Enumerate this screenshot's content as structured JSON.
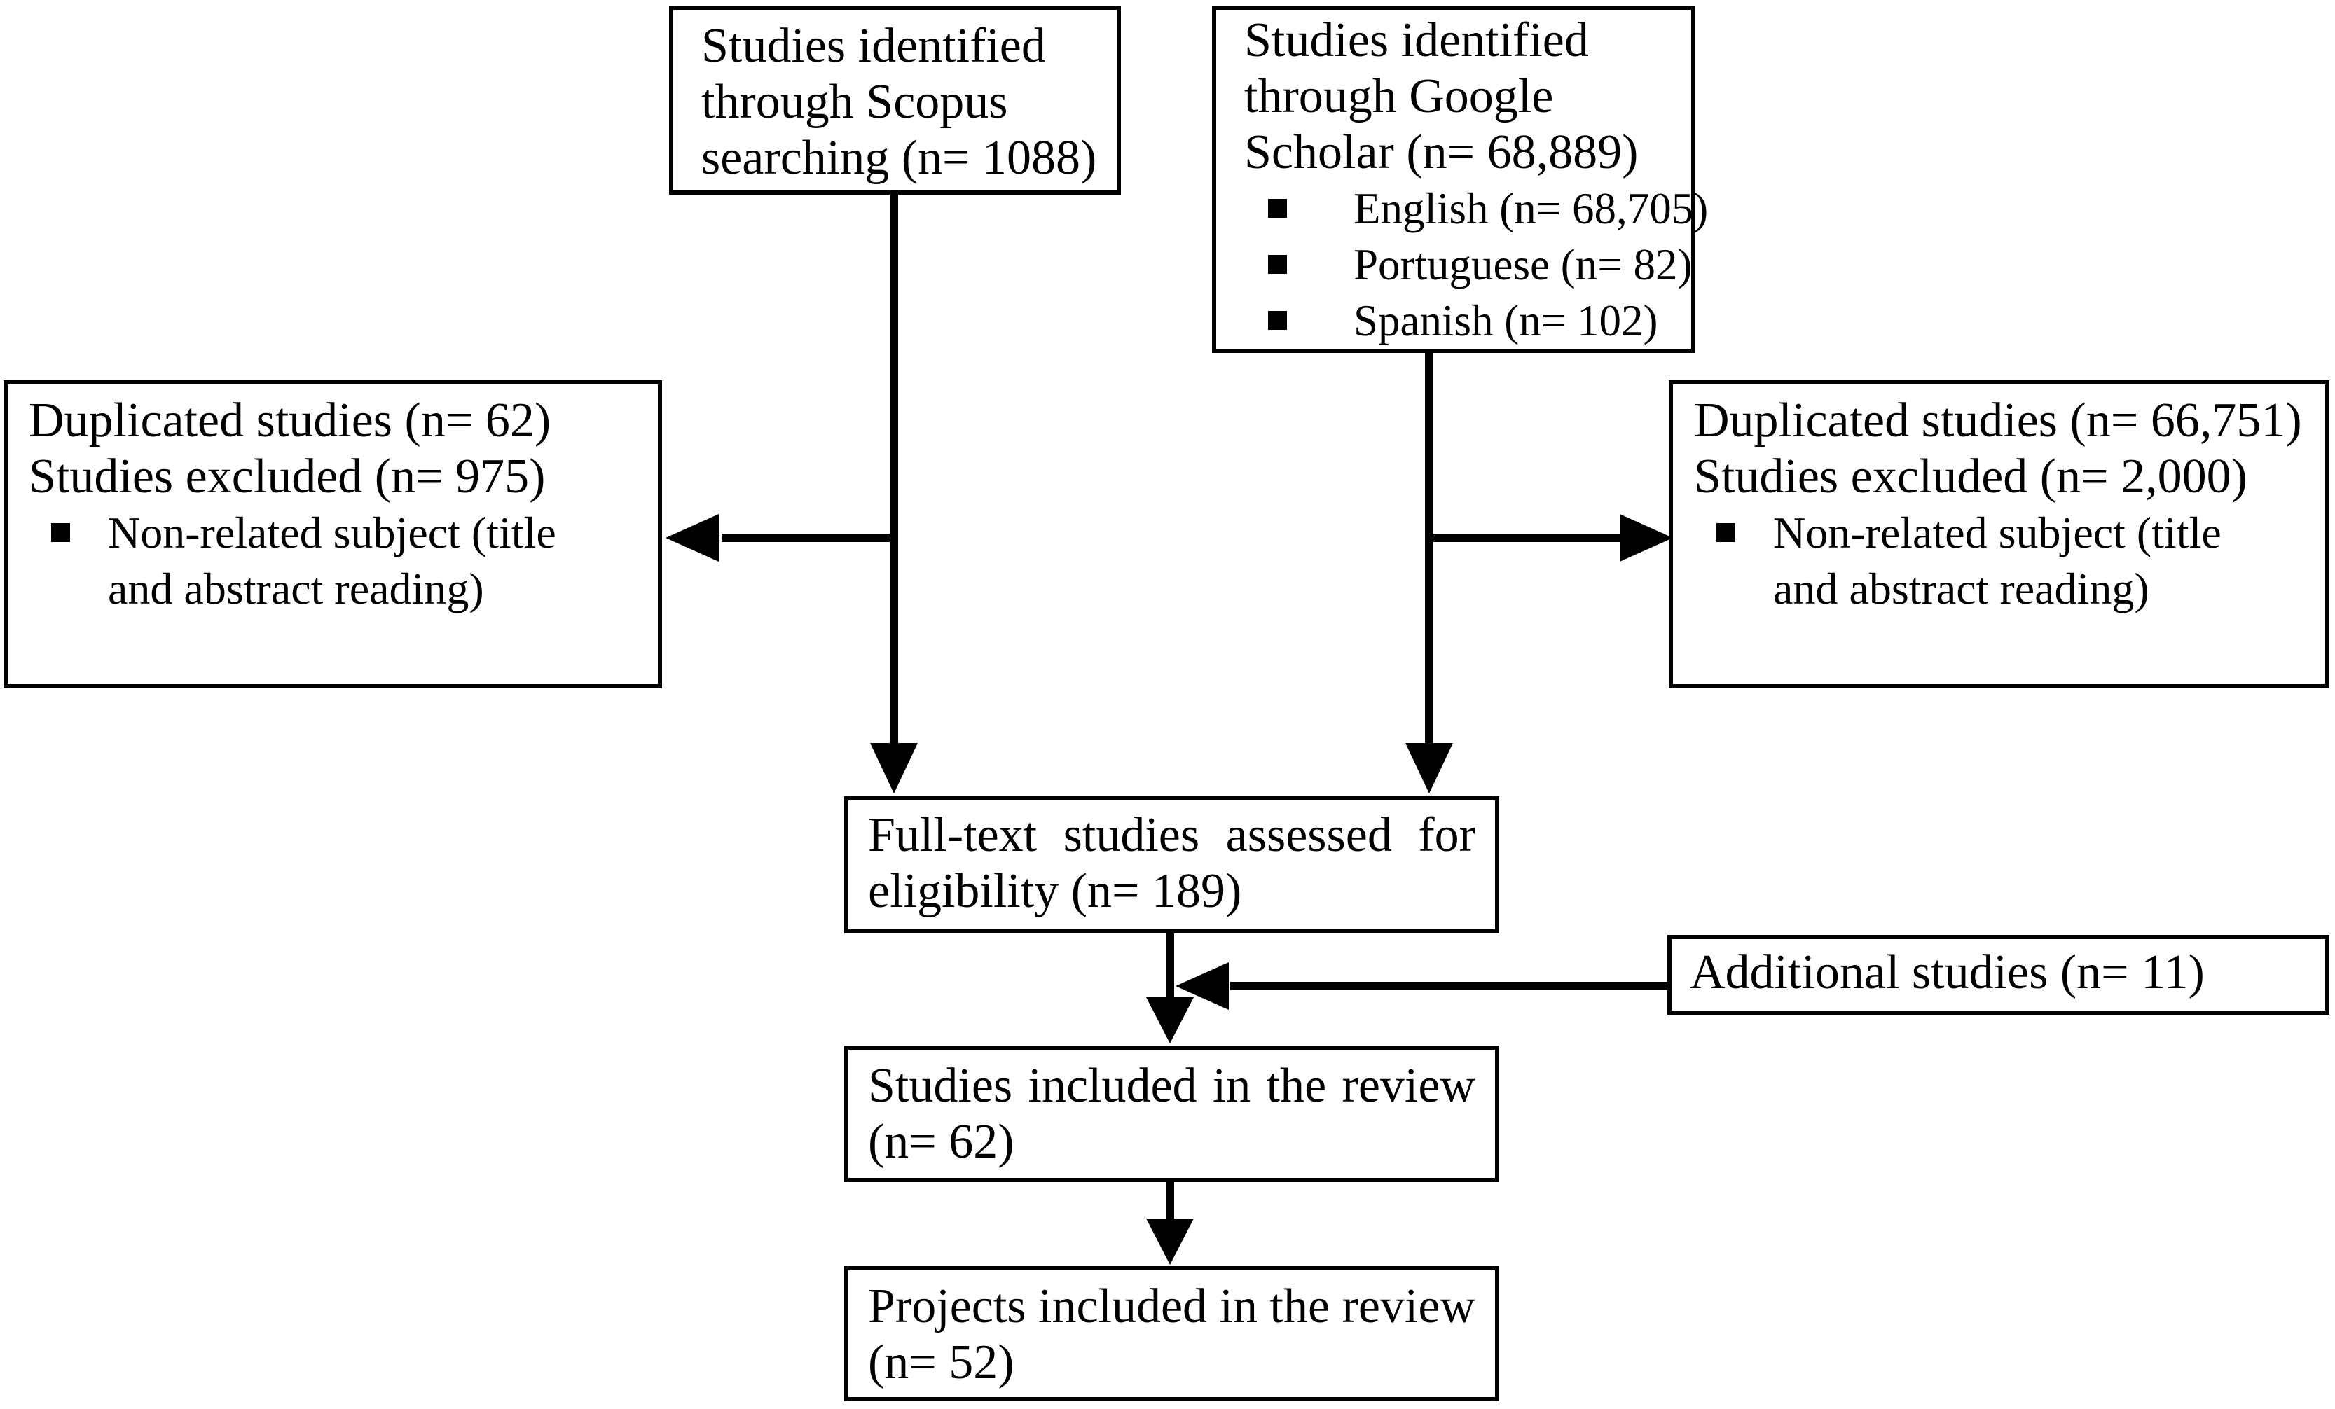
{
  "diagram": {
    "colors": {
      "foreground": "#000000",
      "background": "#ffffff"
    },
    "boxes": {
      "scopus": {
        "lines": [
          "Studies identified",
          "through Scopus",
          "searching (n= 1088)"
        ]
      },
      "google": {
        "lines": [
          "Studies identified",
          "through Google",
          "Scholar (n= 68,889)"
        ],
        "bullets": [
          "English (n= 68,705)",
          "Portuguese (n= 82)",
          "Spanish (n= 102)"
        ]
      },
      "excluded_left": {
        "lines": [
          "Duplicated studies (n= 62)",
          "Studies excluded (n= 975)"
        ],
        "bullet_lines": [
          "Non-related subject (title",
          "and abstract reading)"
        ]
      },
      "excluded_right": {
        "lines": [
          "Duplicated studies (n= 66,751)",
          "Studies excluded (n= 2,000)"
        ],
        "bullet_lines": [
          "Non-related subject (title",
          "and abstract reading)"
        ]
      },
      "fulltext": {
        "lines": [
          "Full-text studies assessed for",
          "eligibility (n= 189)"
        ]
      },
      "additional": {
        "lines": [
          "Additional studies (n= 11)"
        ]
      },
      "studies_included": {
        "lines": [
          "Studies included in the review",
          "(n= 62)"
        ]
      },
      "projects_included": {
        "lines": [
          "Projects included in the review",
          "(n= 52)"
        ]
      }
    }
  }
}
